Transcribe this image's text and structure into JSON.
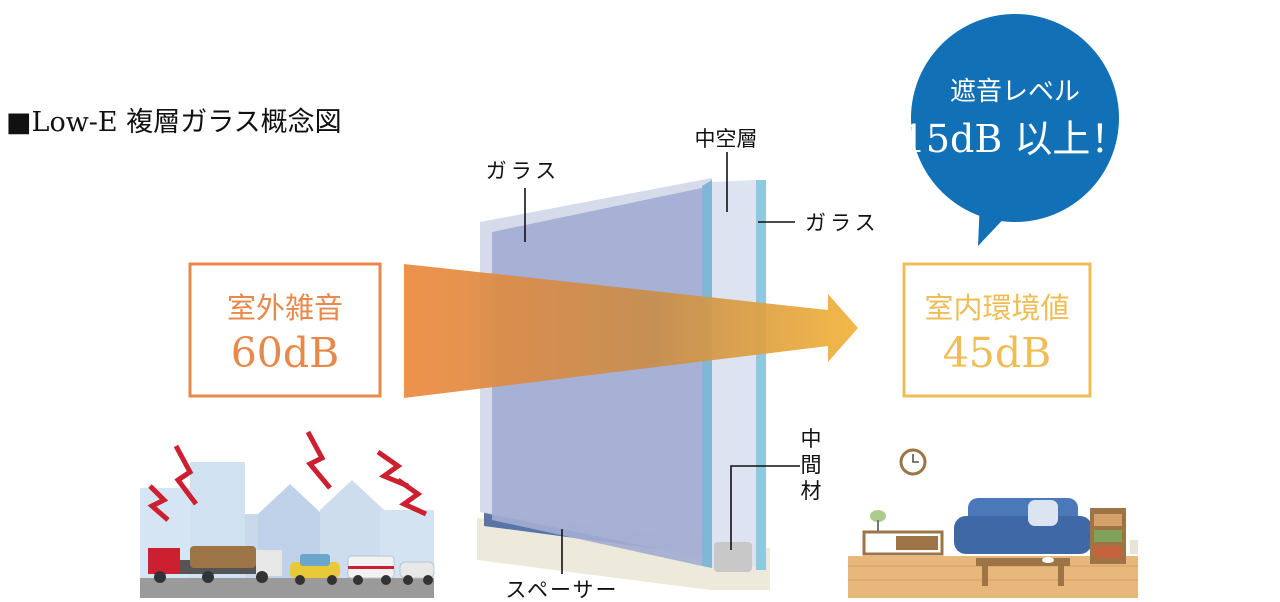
{
  "title": "■Low-E 複層ガラス概念図",
  "labels": {
    "glass_left": "ガラス",
    "hollow_layer": "中空層",
    "glass_right": "ガラス",
    "intermediate_vertical": "中\n間\n材",
    "spacer": "スペーサー"
  },
  "outdoor": {
    "line1": "室外雑音",
    "line2": "60dB"
  },
  "indoor": {
    "line1": "室内環境値",
    "line2": "45dB"
  },
  "bubble": {
    "line1": "遮音レベル",
    "line2": "15dB 以上！"
  },
  "colors": {
    "outdoor": "#e8884a",
    "indoor": "#efbd55",
    "bubble": "#1270b6",
    "glass": "#a9b2d6",
    "glass_edge": "#8ec9df",
    "noise_red": "#cc1f2f"
  },
  "icons": [
    "city-noise-illustration",
    "living-room-illustration",
    "wall-clock-icon",
    "sofa-icon"
  ]
}
